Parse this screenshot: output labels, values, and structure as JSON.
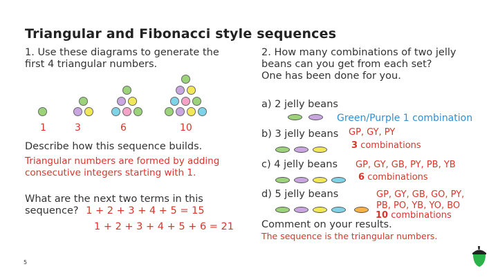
{
  "title": "Triangular and Fibonacci style sequences",
  "left": {
    "q1_line1": "1. Use these diagrams to generate the",
    "q1_line2": "first 4 triangular numbers.",
    "numbers": [
      "1",
      "3",
      "6",
      "10"
    ],
    "describe": "Describe how this sequence builds.",
    "answer_line1": "Triangular numbers are formed by adding",
    "answer_line2": "consecutive integers starting with 1.",
    "next_line1": "What are the next two terms in this",
    "next_line2a": "sequence?",
    "next_sum1": "1 + 2 + 3 + 4 + 5 = 15",
    "next_sum2": "1 + 2 + 3 + 4 + 5 + 6 = 21"
  },
  "right": {
    "q2_line1": "2. How many combinations of two jelly",
    "q2_line2": "beans can you get from each set?",
    "q2_line3": "One has been done for you.",
    "a_label": "a) 2 jelly beans",
    "a_answer": "Green/Purple 1 combination",
    "b_label": "b) 3 jelly beans",
    "b_combos": "GP, GY, PY",
    "b_count": "3",
    "b_count_word": "combinations",
    "c_label": "c) 4 jelly beans",
    "c_combos": "GP, GY, GB, PY, PB, YB",
    "c_count": "6",
    "c_count_word": "combinations",
    "d_label": "d) 5 jelly beans",
    "d_combos_1": "GP, GY, GB, GO, PY,",
    "d_combos_2": "PB, PO, YB, YO, BO",
    "d_count": "10",
    "d_count_word": "combinations",
    "comment": "Comment on your results.",
    "comment_answer": "The sequence is the triangular numbers."
  },
  "page_number": "5",
  "colors": {
    "green": "#9bd27a",
    "purple": "#c9a6e0",
    "yellow": "#f2e857",
    "blue": "#7fd3e6",
    "pink": "#f5a3c7",
    "orange": "#f5b14a",
    "answer_red": "#d9352a",
    "answer_blue": "#2f8fd6",
    "logo_green": "#2bb34a"
  },
  "logo_icon": "acorn-icon"
}
